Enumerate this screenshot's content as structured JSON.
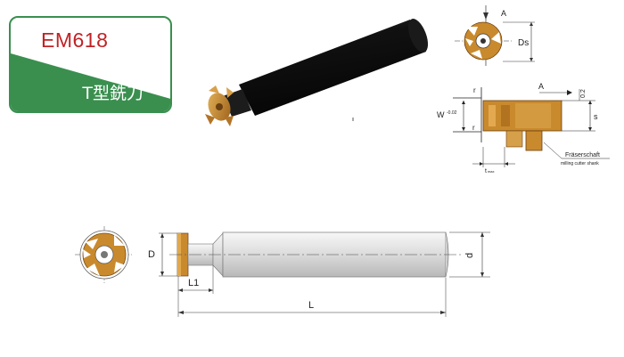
{
  "badge": {
    "code": "EM618",
    "name": "T型銑刀"
  },
  "top_view": {
    "label_a": "A",
    "label_ds": "Ds"
  },
  "section_view": {
    "label_a": "A",
    "label_r_top": "r",
    "label_r_bottom": "r",
    "label_w": "W",
    "label_w_tol": "-0.02",
    "label_02": "0.2",
    "label_s": "s",
    "label_tmax": "t",
    "label_tmax_sub": "max",
    "label_de": "Fräserschaft",
    "label_en": "milling cutter shank"
  },
  "main_drawing": {
    "label_d_head": "D",
    "label_d_shank": "d",
    "label_l1": "L1",
    "label_l": "L"
  },
  "colors": {
    "brand_green": "#3a8f4f",
    "code_red": "#c02226",
    "insert_gold": "#c98a2d",
    "shank_black": "#111111"
  }
}
